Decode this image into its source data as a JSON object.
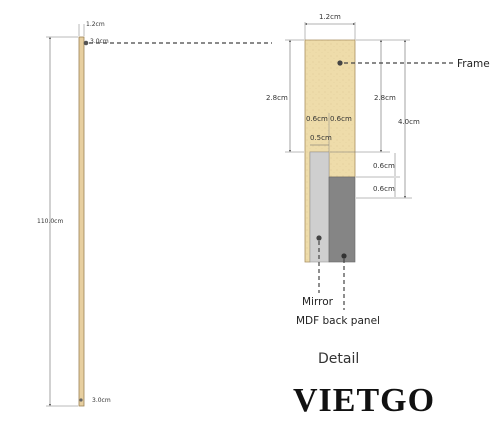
{
  "colors": {
    "frame_wood": "#eedcaa",
    "frame_wood_dark": "#c9b27e",
    "mirror": "#cfcfcf",
    "mdf": "#858585",
    "line": "#444444"
  },
  "left_strip": {
    "top_dim": "1.2cm",
    "top_offset": "3.0cm",
    "length": "110.0cm",
    "bottom_offset": "3.0cm"
  },
  "detail": {
    "width_dim": "1.2cm",
    "left_height": "2.8cm",
    "right_height": "2.8cm",
    "total_height": "4.0cm",
    "rebate_left": "0.6cm",
    "rebate_right": "0.6cm",
    "mirror_thickness": "0.5cm",
    "step_upper": "0.6cm",
    "step_lower": "0.6cm"
  },
  "labels": {
    "frame": "Frame",
    "mirror": "Mirror",
    "mdf": "MDF back panel",
    "detail_title": "Detail"
  },
  "brand": "VIETGO"
}
